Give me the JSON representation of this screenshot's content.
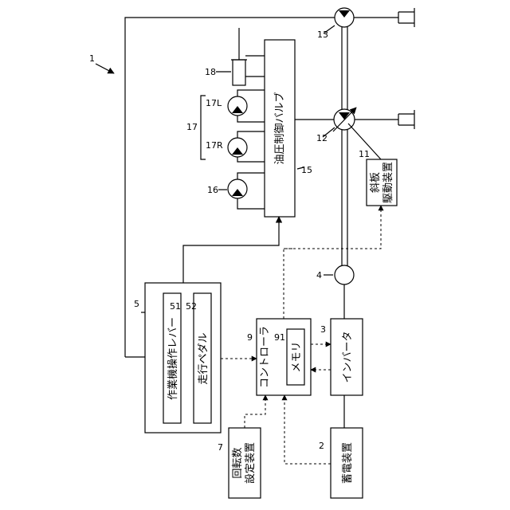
{
  "figure_number": "1",
  "components": {
    "hydraulic_control_valve": {
      "ref": "15",
      "label": "油圧制御バルブ"
    },
    "swash_plate_drive": {
      "ref": "11",
      "label_line1": "斜板",
      "label_line2": "駆動装置"
    },
    "inverter": {
      "ref": "3",
      "label": "インバータ"
    },
    "power_storage": {
      "ref": "2",
      "label": "蓄電装置"
    },
    "controller": {
      "ref": "9",
      "label": "コントローラ"
    },
    "memory": {
      "ref": "91",
      "label": "メモリ"
    },
    "operation_device": {
      "ref": "5"
    },
    "work_lever": {
      "ref": "51",
      "label": "作業機操作レバー"
    },
    "travel_pedal": {
      "ref": "52",
      "label": "走行ペダル"
    },
    "rpm_setting": {
      "ref": "7",
      "label_line1": "回転数",
      "label_line2": "設定装置"
    },
    "motor": {
      "ref": "4"
    },
    "pump_main": {
      "ref": "12"
    },
    "pump_pilot": {
      "ref": "13"
    },
    "actuator_group": {
      "ref": "17"
    },
    "motor_left": {
      "ref": "17L"
    },
    "motor_right": {
      "ref": "17R"
    },
    "motor_16": {
      "ref": "16"
    },
    "cylinder": {
      "ref": "18"
    }
  }
}
